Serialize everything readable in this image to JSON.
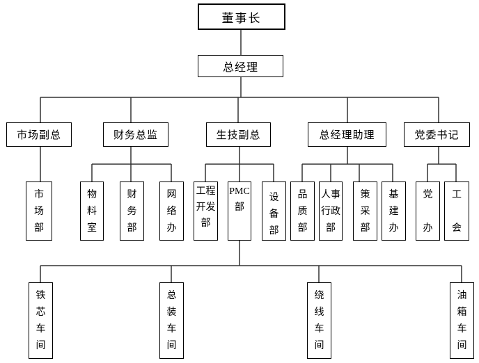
{
  "chart": {
    "root": "董事长",
    "gm": "总经理",
    "level2": [
      "市场副总",
      "财务总监",
      "生技副总",
      "总经理助理",
      "党委书记"
    ],
    "dept": {
      "market": [
        "市\n场\n部"
      ],
      "finance": [
        "物\n料\n室",
        "财\n务\n部",
        "网\n络\n办"
      ],
      "tech": [
        "工程\n开发\n部",
        "PMC\n部",
        "设\n备\n部"
      ],
      "assistant": [
        "品\n质\n部",
        "人事\n行政\n部",
        "策\n采\n部",
        "基\n建\n办"
      ],
      "party": [
        "党\n\n办",
        "工\n\n会"
      ]
    },
    "workshops": [
      "铁\n芯\n车\n间",
      "总\n装\n车\n间",
      "绕\n线\n车\n间",
      "油\n箱\n车\n间"
    ]
  }
}
